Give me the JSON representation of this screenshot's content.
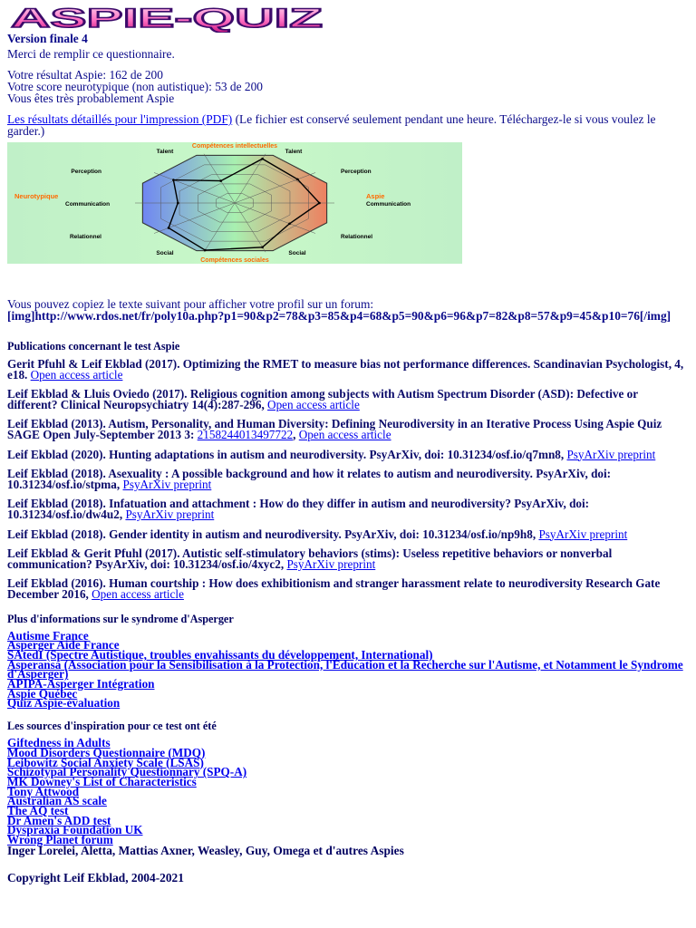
{
  "header": {
    "logo_text": "ASPIE-QUIZ",
    "version": "Version finale 4",
    "thanks": "Merci de remplir ce questionnaire."
  },
  "results": {
    "aspie_score": "Votre résultat Aspie: 162 de 200",
    "nt_score": "Votre score neurotypique (non autistique): 53 de 200",
    "verdict": "Vous êtes très probablement Aspie"
  },
  "print_link": {
    "link_text": "Les résultats détaillés pour l'impression (PDF)",
    "note": " (Le fichier est conservé seulement pendant une heure. Téléchargez-le si vous voulez le garder.)"
  },
  "chart_data": {
    "type": "radar",
    "title": "Compétences intellectuelles",
    "bottom_title": "Compétences sociales",
    "left_title": "Neurotypique",
    "right_title": "Aspie",
    "axes": [
      "Talent",
      "Perception",
      "Communication",
      "Relationnel",
      "Social"
    ],
    "aspie_values": [
      90,
      78,
      85,
      68,
      90
    ],
    "nt_values": [
      45,
      76,
      57,
      82,
      96
    ]
  },
  "forum": {
    "intro": "Vous pouvez copiez le texte suivant pour afficher votre profil sur un forum:",
    "code": "[img]http://www.rdos.net/fr/poly10a.php?p1=90&p2=78&p3=85&p4=68&p5=90&p6=96&p7=82&p8=57&p9=45&p10=76[/img]"
  },
  "publications": {
    "heading": "Publications concernant le test Aspie",
    "items": [
      {
        "text": "Gerit Pfuhl & Leif Ekblad (2017). Optimizing the RMET to measure bias not performance differences. Scandinavian Psychologist, 4, e18. ",
        "link": "Open access article"
      },
      {
        "text": "Leif Ekblad & Lluis Oviedo (2017). Religious cognition among subjects with Autism Spectrum Disorder (ASD): Defective or different? Clinical Neuropsychiatry 14(4):287-296, ",
        "link": "Open access article"
      },
      {
        "text": "Leif Ekblad (2013). Autism, Personality, and Human Diversity: Defining Neurodiversity in an Iterative Process Using Aspie Quiz SAGE Open July-September 2013 3: ",
        "link": "2158244013497722",
        "sep": ", ",
        "link2": "Open access article"
      },
      {
        "text": "Leif Ekblad (2020). Hunting adaptations in autism and neurodiversity. PsyArXiv, doi: 10.31234/osf.io/q7mn8, ",
        "link": "PsyArXiv preprint"
      },
      {
        "text": "Leif Ekblad (2018). Asexuality : A possible background and how it relates to autism and neurodiversity. PsyArXiv, doi: 10.31234/osf.io/stpma, ",
        "link": "PsyArXiv preprint"
      },
      {
        "text": "Leif Ekblad (2018). Infatuation and attachment : How do they differ in autism and neurodiversity? PsyArXiv, doi: 10.31234/osf.io/dw4u2, ",
        "link": "PsyArXiv preprint"
      },
      {
        "text": "Leif Ekblad (2018). Gender identity in autism and neurodiversity. PsyArXiv, doi: 10.31234/osf.io/np9h8, ",
        "link": "PsyArXiv preprint"
      },
      {
        "text": "Leif Ekblad & Gerit Pfuhl (2017). Autistic self-stimulatory behaviors (stims): Useless repetitive behaviors or nonverbal communication? PsyArXiv, doi: 10.31234/osf.io/4xyc2, ",
        "link": "PsyArXiv preprint"
      },
      {
        "text": "Leif Ekblad (2016). Human courtship : How does exhibitionism and stranger harassment relate to neurodiversity Research Gate December 2016, ",
        "link": "Open access article"
      }
    ]
  },
  "info": {
    "heading": "Plus d'informations sur le syndrome d'Asperger",
    "links": [
      "Autisme France",
      "Asperger Aide France",
      "SAtedI (Spectre Autistique, troubles envahissants du développement, International)",
      "Asperansa (Association pour la Sensibilisation à la Protection, l'Éducation et la Recherche sur l'Autisme, et Notamment le Syndrome d'Asperger)",
      "APIPA-Asperger Intégration",
      "Aspie Québec",
      "Quiz Aspie-évaluation"
    ]
  },
  "sources": {
    "heading": "Les sources d'inspiration pour ce test ont été",
    "links": [
      "Giftedness in Adults",
      "Mood Disorders Questionnaire (MDQ)",
      "Leibowitz Social Anxiety Scale (LSAS)",
      "Schizotypal Personality Questionnary (SPQ-A)",
      "MK Downey's List of Characteristics",
      "Tony Attwood",
      "Australian AS scale",
      "The AQ test",
      "Dr Amen's ADD test",
      "Dyspraxia Foundation UK",
      "Wrong Planet forum"
    ],
    "thanks": "Inger Lorelei, Aletta, Mattias Axner, Weasley, Guy, Omega et d'autres Aspies"
  },
  "footer": {
    "copyright": "Copyright Leif Ekblad, 2004-2021"
  },
  "colors": {
    "heading_blue": "#0a0a8a",
    "link_blue": "#0000ee",
    "logo_pink": "#ff77c8",
    "chart_left": "#6f86f2",
    "chart_mid": "#a8f0b0",
    "chart_right": "#ee8060",
    "chart_label_orange": "#ff6a00"
  }
}
